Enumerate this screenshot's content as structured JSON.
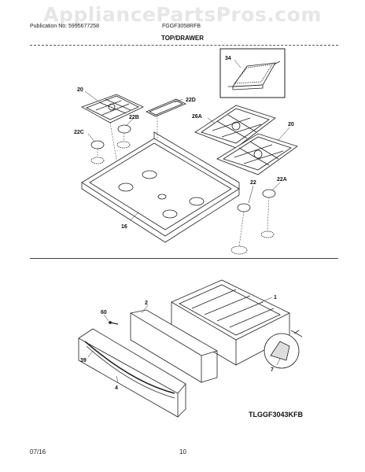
{
  "watermark": "AppliancePartsPros.com",
  "header": {
    "publication": "Publication No: 5995677258",
    "model": "FGGF3058RFB",
    "section_title": "TOP/DRAWER"
  },
  "callouts": {
    "c34": "34",
    "c20a": "20",
    "c22d": "22D",
    "c22b": "22B",
    "c26a": "26A",
    "c20b": "20",
    "c22c": "22C",
    "c22": "22",
    "c22a": "22A",
    "c16": "16",
    "c1": "1",
    "c2": "2",
    "c60": "60",
    "c39": "39",
    "c4": "4",
    "c7": "7"
  },
  "diagram_code": "TLGGF3043KFB",
  "footer": {
    "date": "07/16",
    "page": "10"
  }
}
